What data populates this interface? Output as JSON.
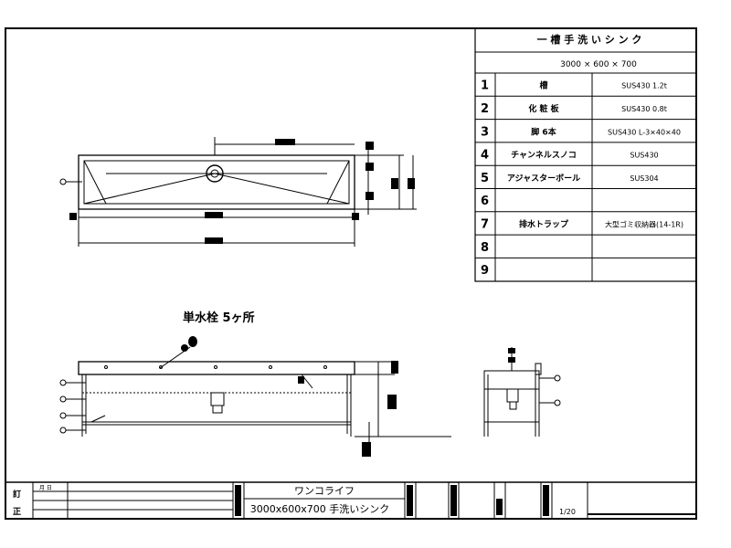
{
  "title_block": {
    "title": "一 槽 手 洗 い シ ン ク",
    "size": "3000 × 600 × 700"
  },
  "parts": [
    {
      "no": "1",
      "name": "槽",
      "spec": "SUS430 1.2t"
    },
    {
      "no": "2",
      "name": "化 粧 板",
      "spec": "SUS430 0.8t"
    },
    {
      "no": "3",
      "name": "脚 6本",
      "spec": "SUS430 L-3×40×40"
    },
    {
      "no": "4",
      "name": "チャンネルスノコ",
      "spec": "SUS430"
    },
    {
      "no": "5",
      "name": "アジャスターボール",
      "spec": "SUS304"
    },
    {
      "no": "6",
      "name": "",
      "spec": ""
    },
    {
      "no": "7",
      "name": "排水トラップ",
      "spec": "大型ゴミ収納器(14-1R)"
    },
    {
      "no": "8",
      "name": "",
      "spec": ""
    },
    {
      "no": "9",
      "name": "",
      "spec": ""
    }
  ],
  "annotations": {
    "faucet_note": "単水栓 5ヶ所"
  },
  "bottom_block": {
    "left_label_1": "訂",
    "left_label_2": "正",
    "header_cell": "月 日",
    "company": "ワンコライフ",
    "drawing_title": "3000x600x700 手洗いシンク",
    "scale": "1/20"
  }
}
